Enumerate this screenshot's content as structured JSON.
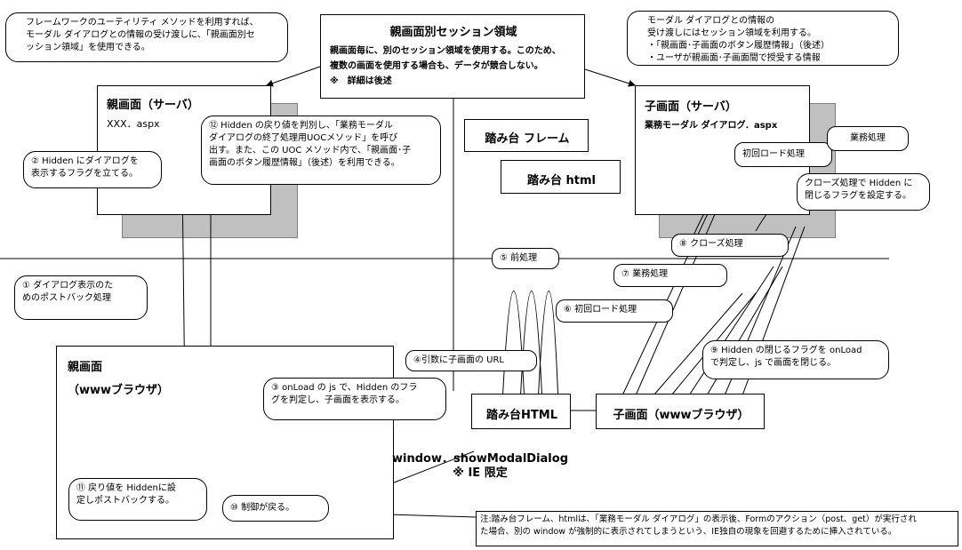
{
  "center_box": {
    "title": "親画面別セッション領域",
    "line1": "親画面毎に、別のセッション領域を使用する。このため、",
    "line2": "複数の画面を使用する場合も、データが競合しない。",
    "line3": "※　詳細は後述"
  },
  "parent_server": {
    "title": "親画面（サーバ）",
    "file": "XXX．aspx"
  },
  "child_server": {
    "title": "子画面（サーバ）",
    "file": "業務モーダル ダイアログ．aspx"
  },
  "parent_browser": {
    "title": "親画面",
    "subtitle": "（wwwブラウザ）"
  },
  "frame_box": {
    "label": "踏み台 フレーム"
  },
  "html_box": {
    "label": "踏み台 html"
  },
  "stepping_html_box": {
    "label": "踏み台HTML"
  },
  "child_browser_box": {
    "label": "子画面（wwwブラウザ）"
  },
  "modal_call": {
    "line1": "window．showModalDialog",
    "line2": "※ IE 限定"
  },
  "callouts": {
    "top_left": {
      "line1": "フレームワークのユーティリティ メソッドを利用すれば、",
      "line2": "モーダル ダイアログとの情報の受け渡しに、「親画面別セ",
      "line3": "ッション領域」を使用できる。"
    },
    "top_right": {
      "line1": "モーダル ダイアログとの情報の",
      "line2": "受け渡しにはセッション領域を利用する。",
      "line3": "・「親画面･子画面のボタン履歴情報」（後述）",
      "line4": "・ユーザが親画面･子画面間で授受する情報"
    },
    "c2": {
      "line1": "② Hidden にダイアログを",
      "line2": "表示するフラグを立てる。"
    },
    "c12": {
      "line1": "⑫ Hidden の戻り値を判別し、「業務モーダル",
      "line2": "ダイアログの終了処理用UOCメソッド」を呼び",
      "line3": "出す。また、この UOC メソッド内で、「親画面･子",
      "line4": "画面のボタン履歴情報」（後述）を利用できる。"
    },
    "c1": {
      "line1": "① ダイアログ表示のた",
      "line2": "めのポストバック処理"
    },
    "c3": {
      "line1": "③ onLoad の js で、Hidden のフラ",
      "line2": "グを判定し、子画面を表示する。"
    },
    "c4": {
      "line1": "④引数に子画面の URL"
    },
    "c5": {
      "line1": "⑤ 前処理"
    },
    "c6": {
      "line1": "⑥ 初回ロード処理"
    },
    "c7": {
      "line1": "⑦ 業務処理"
    },
    "c8": {
      "line1": "⑧ クローズ処理"
    },
    "c9": {
      "line1": "⑨ Hidden の閉じるフラグを onLoad",
      "line2": "で判定し、js で画面を閉じる。"
    },
    "c10": {
      "line1": "⑩ 制御が戻る。"
    },
    "c11": {
      "line1": "⑪ 戻り値を Hiddenに設",
      "line2": "定しポストバックする。"
    },
    "srv_init": {
      "line1": "初回ロード処理"
    },
    "srv_biz": {
      "line1": "業務処理"
    },
    "srv_close": {
      "line1": "クローズ処理で Hidden に",
      "line2": "閉じるフラグを設定する。"
    }
  },
  "note": {
    "line1": "注:踏み台フレーム、htmlは、「業務モーダル ダイアログ」の表示後、Formのアクション（post、get）が実行され",
    "line2": "た場合、別の window が強制的に表示されてしまうという、IE独自の現象を回避するために挿入されている。"
  }
}
